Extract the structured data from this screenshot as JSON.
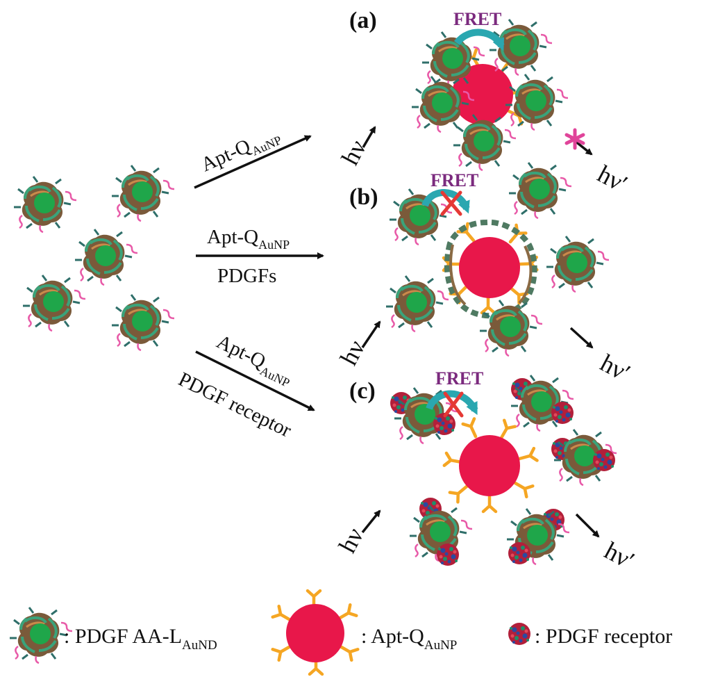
{
  "panels": {
    "a": {
      "label": "(a)"
    },
    "b": {
      "label": "(b)"
    },
    "c": {
      "label": "(c)"
    }
  },
  "fret_label": "FRET",
  "arrows": {
    "a": {
      "text": "Apt-Q",
      "sub": "AuNP"
    },
    "b": {
      "text": "Apt-Q",
      "sub": "AuNP",
      "text2": "PDGFs"
    },
    "c": {
      "text": "Apt-Q",
      "sub": "AuNP",
      "text2": "PDGF receptor"
    }
  },
  "photon_in": "hν",
  "photon_out": "hν′",
  "legend": {
    "item1": {
      "text": ": PDGF AA-L",
      "sub": "AuND"
    },
    "item2": {
      "text": ": Apt-Q",
      "sub": "AuNP"
    },
    "item3": {
      "text": ": PDGF receptor"
    }
  },
  "colors": {
    "green_dot": "#1fa64a",
    "red_particle": "#e8174a",
    "aptamer": "#f5a623",
    "fret_arrow": "#2aa7b0",
    "fret_text": "#7b2a7e",
    "block_x": "#e53935",
    "star": "#e0449a"
  },
  "icons": [
    "ld-cluster-icon",
    "np-with-aptamers-icon",
    "receptor-blob-icon",
    "fret-curved-arrow-icon",
    "block-cross-icon",
    "star-icon"
  ]
}
